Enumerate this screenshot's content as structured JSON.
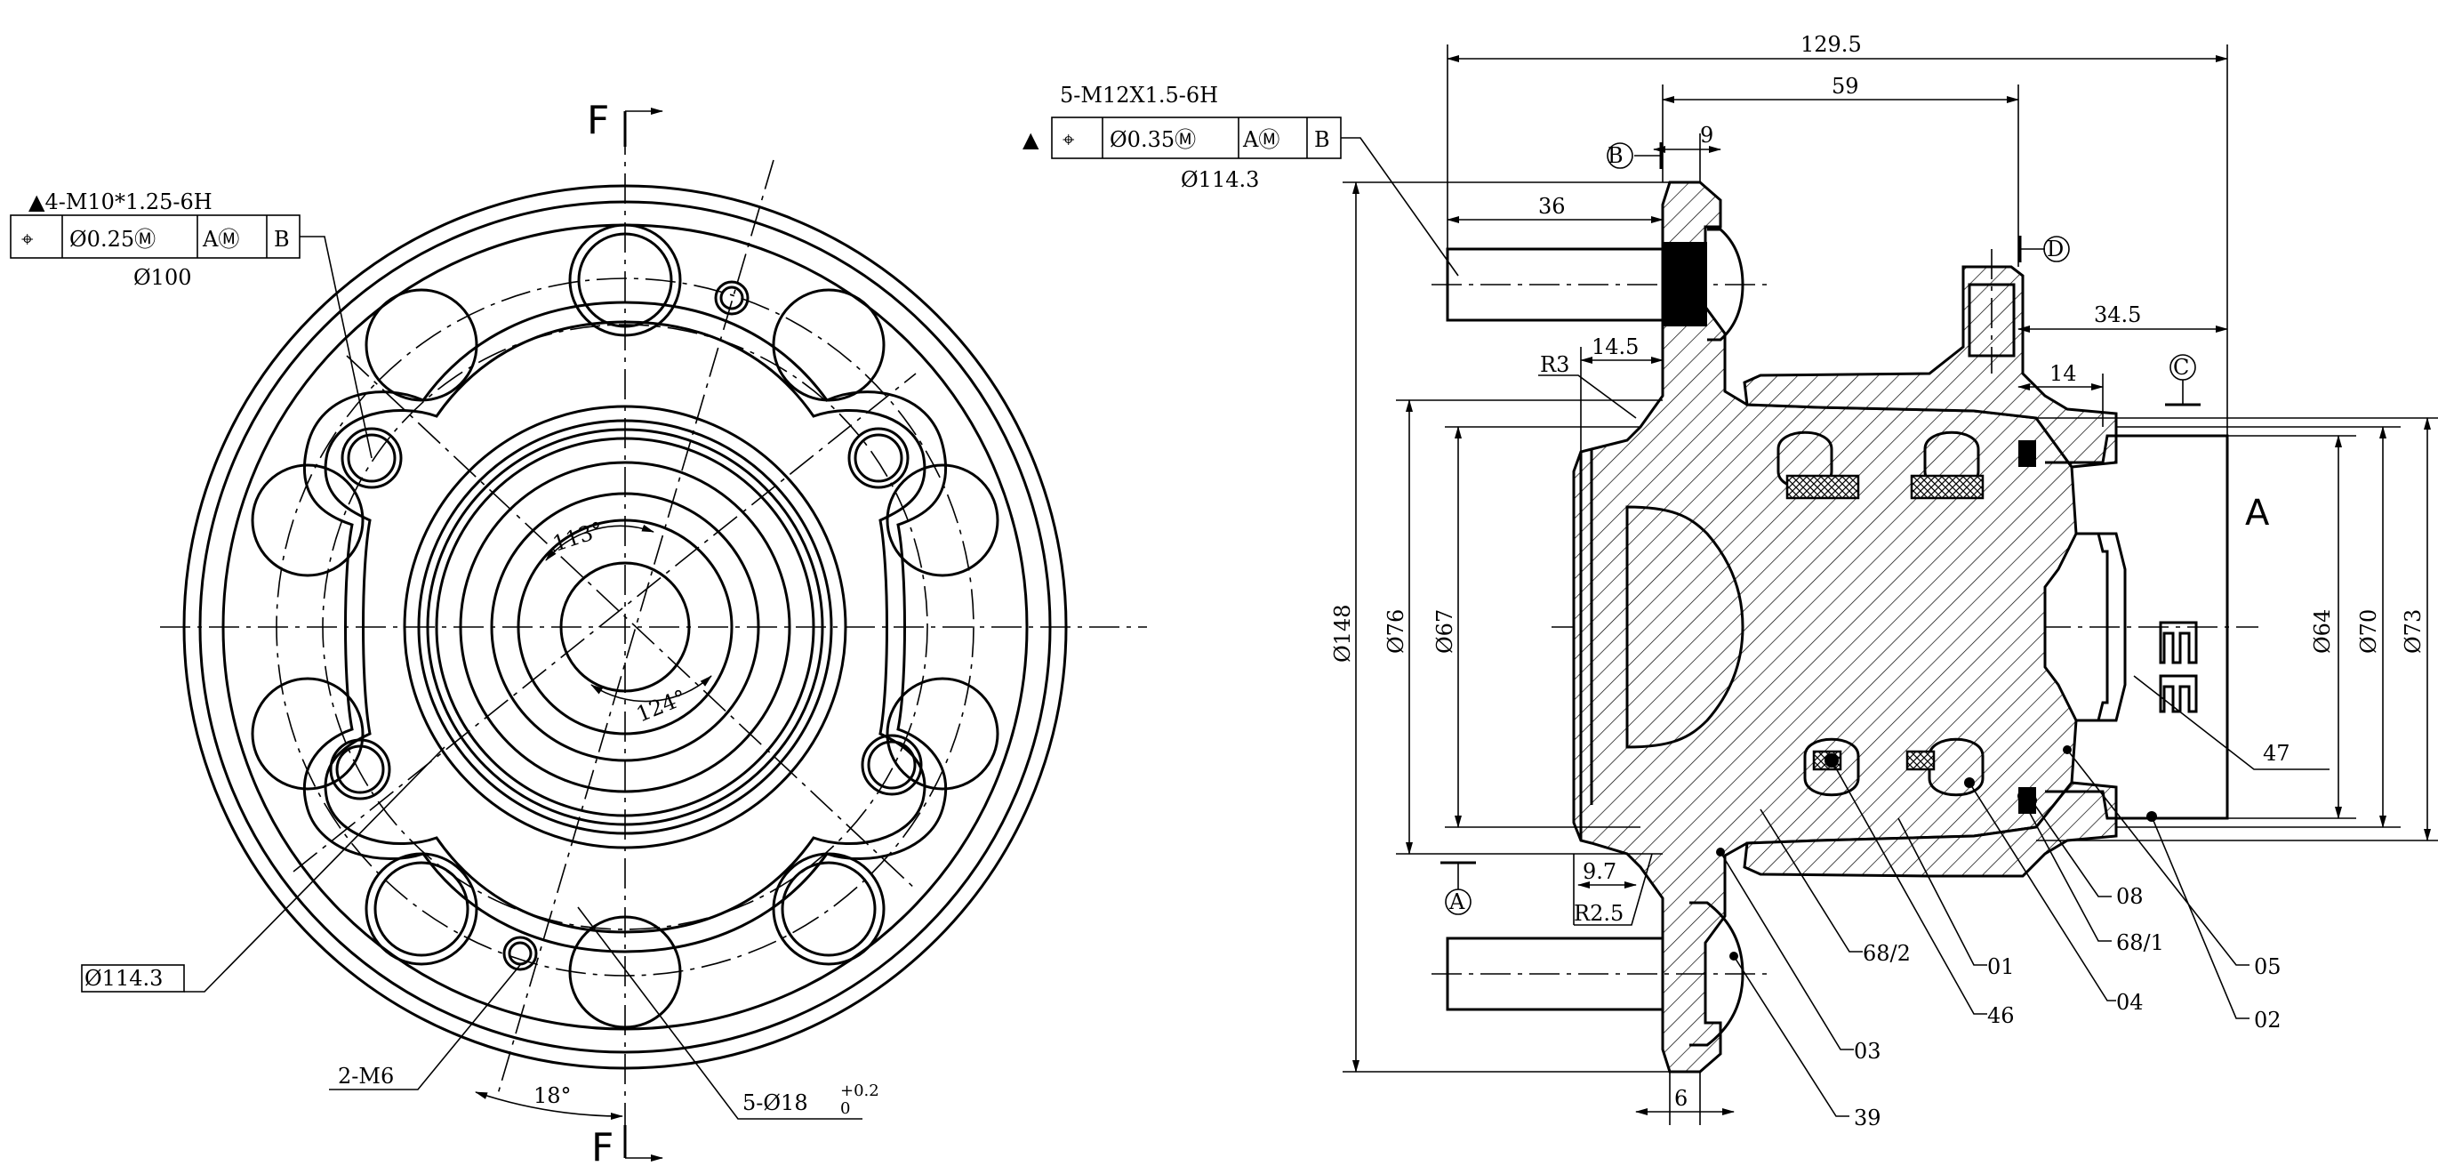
{
  "left_view": {
    "section_mark_top": "F",
    "section_mark_bottom": "F",
    "angle_a": "113°",
    "angle_b": "124°",
    "angle_c": "18°",
    "thread_note": "▲4-M10*1.25-6H",
    "tolerance_frame": {
      "symbol": "⌖",
      "tol": "Ø0.25Ⓜ",
      "datum1": "AⓂ",
      "datum2": "B"
    },
    "pcd_small": "Ø100",
    "pcd_large": "Ø114.3",
    "hole_note": "2-M6",
    "bolt_hole_note": "5-Ø18",
    "bolt_hole_tol_upper": "+0.2",
    "bolt_hole_tol_lower": "0"
  },
  "right_view": {
    "thread_note": "5-M12X1.5-6H",
    "tolerance_frame": {
      "marker": "▲",
      "symbol": "⌖",
      "tol": "Ø0.35Ⓜ",
      "datum1": "AⓂ",
      "datum2": "B"
    },
    "pcd": "Ø114.3",
    "dims": {
      "overall_length": "129.5",
      "d59": "59",
      "d9": "9",
      "d36": "36",
      "d14_5": "14.5",
      "r3": "R3",
      "d34_5": "34.5",
      "d14": "14",
      "d9_7": "9.7",
      "r2_5": "R2.5",
      "d6": "6",
      "dia148": "Ø148",
      "dia76": "Ø76",
      "dia67": "Ø67",
      "dia64": "Ø64",
      "dia70": "Ø70",
      "dia73": "Ø73"
    },
    "datums": {
      "b": "B",
      "d": "D",
      "c": "C",
      "a": "A"
    },
    "view_label": "A",
    "parts": [
      "47",
      "08",
      "68/1",
      "05",
      "02",
      "68/2",
      "01",
      "04",
      "46",
      "03",
      "39"
    ]
  }
}
